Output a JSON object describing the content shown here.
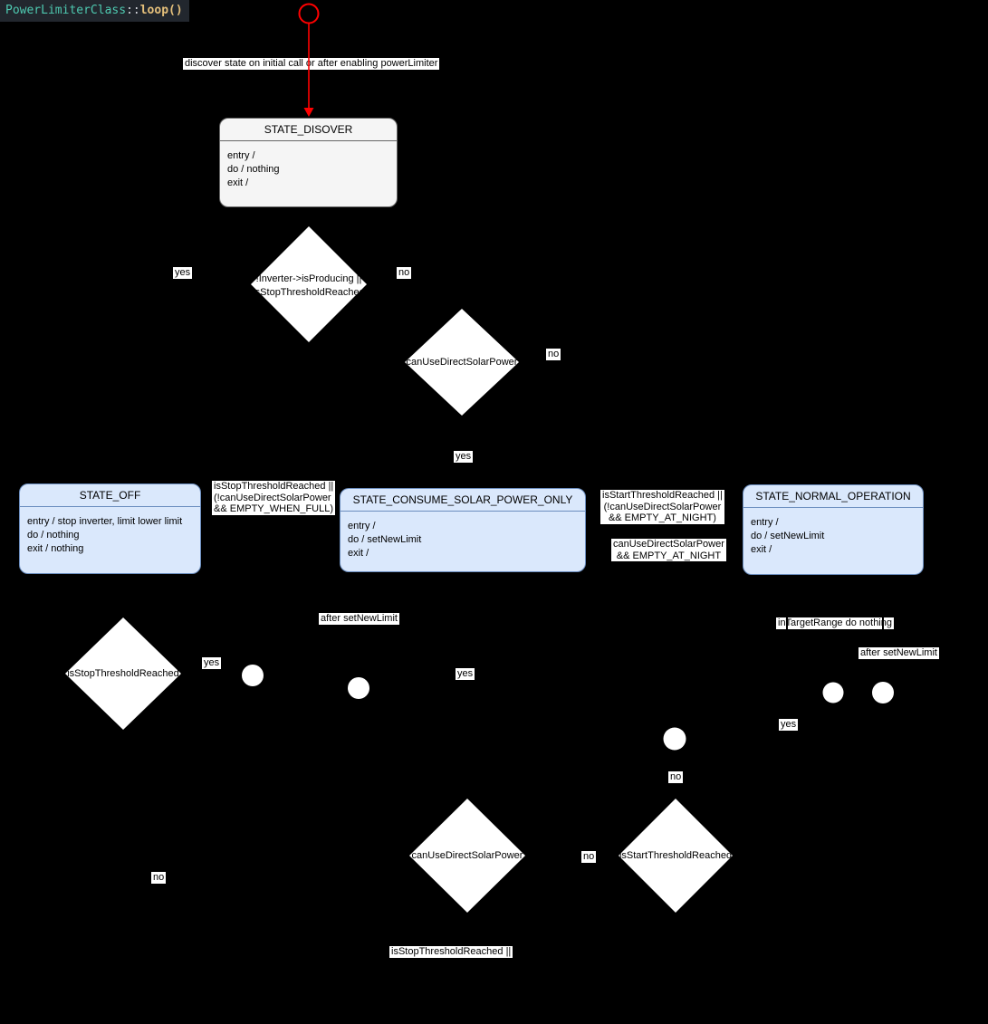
{
  "code_label": {
    "class_name": "PowerLimiterClass",
    "scope_operator": "::",
    "method_name": "loop()"
  },
  "colors": {
    "background": "#000000",
    "state_blue_fill": "#dae8fc",
    "state_blue_border": "#6c8ebf",
    "state_gray_fill": "#f5f5f5",
    "state_gray_border": "#666666",
    "arrow_red": "#ff0000",
    "shape_white": "#ffffff",
    "code_teal": "#4ec9b0",
    "code_yellow": "#e5c07b",
    "code_bg": "#22272e"
  },
  "states": {
    "discover": {
      "title": "STATE_DISOVER",
      "lines": [
        "entry /",
        "do / nothing",
        "exit /"
      ]
    },
    "off": {
      "title": "STATE_OFF",
      "lines": [
        "entry / stop inverter, limit lower limit",
        "do / nothing",
        "exit / nothing"
      ]
    },
    "consume": {
      "title": "STATE_CONSUME_SOLAR_POWER_ONLY",
      "lines": [
        "entry /",
        "do / setNewLimit",
        "exit /"
      ]
    },
    "normal": {
      "title": "STATE_NORMAL_OPERATION",
      "lines": [
        "entry /",
        "do / setNewLimit",
        "exit /"
      ]
    }
  },
  "decisions": {
    "d1": {
      "line1": "!Inverter->isProducing ||",
      "line2": "isStopThresholdReached"
    },
    "d2": {
      "label": "canUseDirectSolarPower"
    },
    "d3": {
      "label": "isStopThresholdReached"
    },
    "d4": {
      "label": "canUseDirectSolarPower"
    },
    "d5": {
      "label": "isStartThresholdReached"
    }
  },
  "edge_labels": {
    "initial": "discover state on initial call or after enabling powerLimiter",
    "d1_yes": "yes",
    "d1_no": "no",
    "d2_no": "no",
    "d2_yes": "yes",
    "off_to_consume_cond": [
      "isStopThresholdReached ||",
      "(!canUseDirectSolarPower",
      "&& EMPTY_WHEN_FULL)"
    ],
    "consume_to_normal_cond": [
      "isStartThresholdReached ||",
      "(!canUseDirectSolarPower",
      "&& EMPTY_AT_NIGHT)"
    ],
    "normal_to_consume_cond": [
      "canUseDirectSolarPower",
      "&& EMPTY_AT_NIGHT"
    ],
    "d3_yes": "yes",
    "after_setnewlimit_left": "after setNewLimit",
    "consume_yes": "yes",
    "in_target_range": "inTargetRange do nothing",
    "after_setnewlimit_right": "after setNewLimit",
    "normal_yes": "yes",
    "circle_no": "no",
    "d4_no": "no",
    "d3_no": "no",
    "bottom_cond": "isStopThresholdReached ||"
  }
}
